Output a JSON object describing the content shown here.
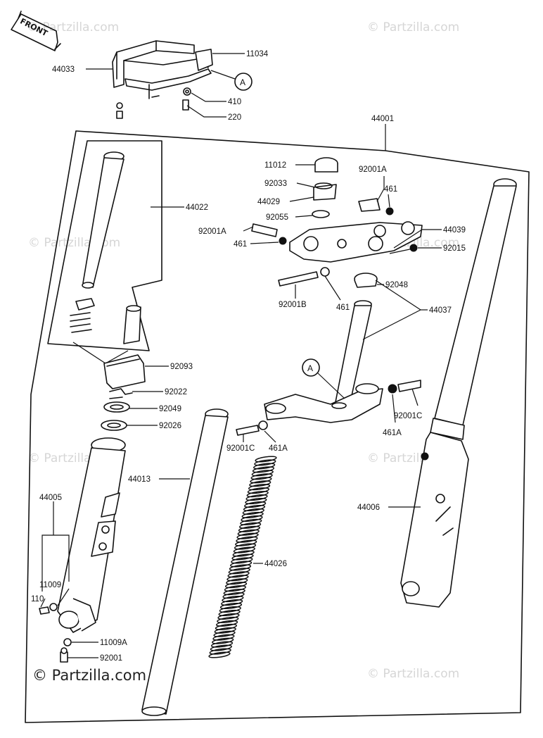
{
  "watermark": "© Partzilla.com",
  "front_arrow": "FRONT",
  "callout_marker": "A",
  "parts": {
    "p44033": "44033",
    "p11034": "11034",
    "p410": "410",
    "p220": "220",
    "p44001": "44001",
    "p11012": "11012",
    "p92001A_1": "92001A",
    "p92033": "92033",
    "p461_1": "461",
    "p44029": "44029",
    "p92055": "92055",
    "p92001A_2": "92001A",
    "p44039": "44039",
    "p461_2": "461",
    "p92015": "92015",
    "p44022": "44022",
    "p92001B": "92001B",
    "p461_3": "461",
    "p92048": "92048",
    "p44037": "44037",
    "p92093": "92093",
    "p92022": "92022",
    "p92049": "92049",
    "p92026": "92026",
    "p92001C_1": "92001C",
    "p461A_1": "461A",
    "p461A_2": "461A",
    "p92001C_2": "92001C",
    "p44013": "44013",
    "p44005": "44005",
    "p44006": "44006",
    "p44026": "44026",
    "p11009": "11009",
    "p110": "110",
    "p11009A": "11009A",
    "p92001": "92001"
  }
}
